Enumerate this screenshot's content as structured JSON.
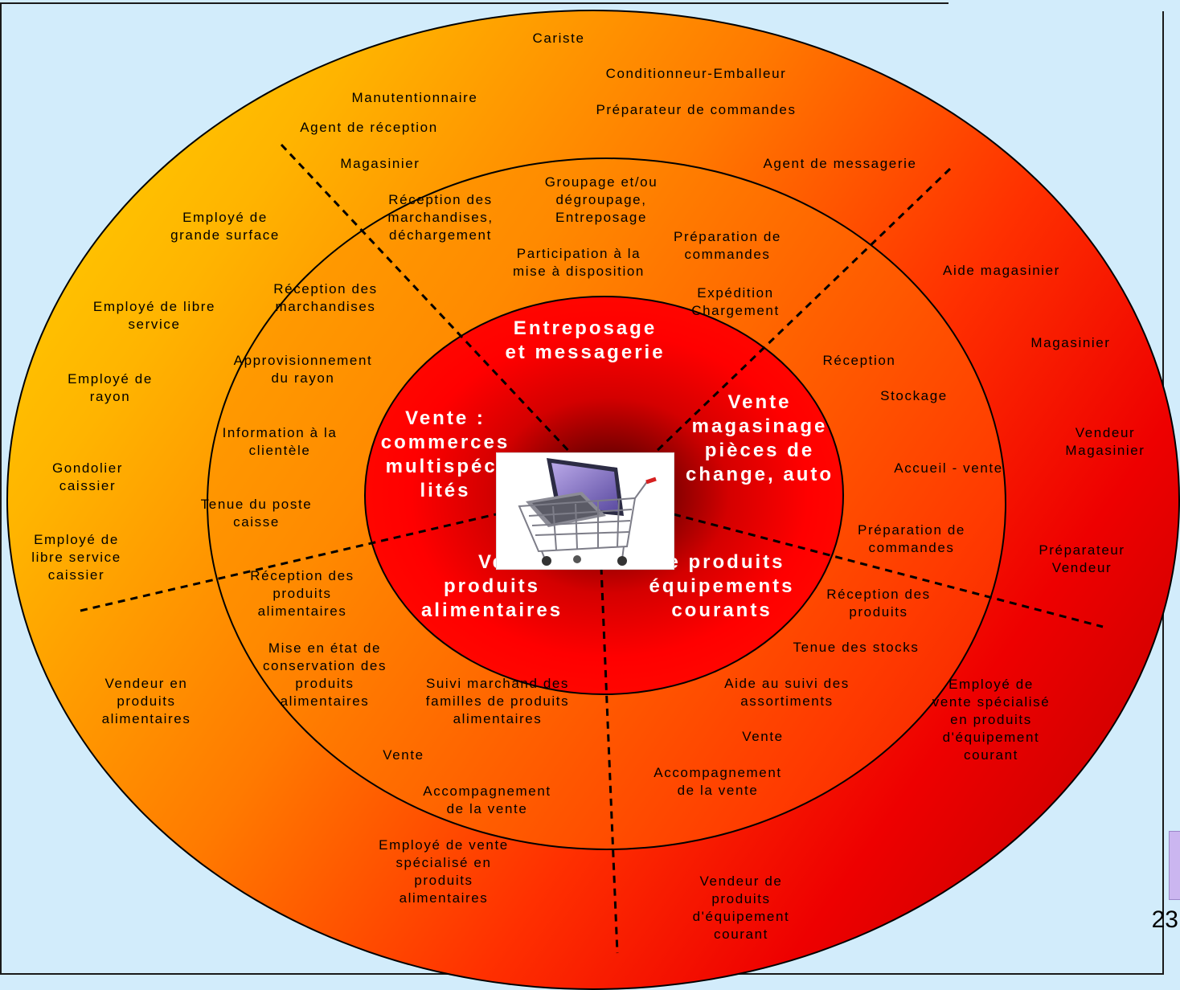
{
  "page_number": "23",
  "sectors": {
    "warehousing": "Entreposage\net messagerie",
    "auto_parts": "Vente\nmagasinage\npièces de\nchange, auto",
    "equipment": "te produits\néquipements\ncourants",
    "food": "Ve\nproduits\nalimentaires",
    "multispecialist": "Vente :\ncommerces\nmultispéci\nlités"
  },
  "labels": {
    "cariste": "Cariste",
    "conditionneur": "Conditionneur-Emballeur",
    "manutentionnaire": "Manutentionnaire",
    "preparateur_commandes": "Préparateur de commandes",
    "agent_reception": "Agent de réception",
    "magasinier_top": "Magasinier",
    "agent_messagerie": "Agent de messagerie",
    "groupage": "Groupage et/ou\ndégroupage,\nEntreposage",
    "reception_marchandises_dech": "Réception des\nmarchandises,\ndéchargement",
    "employe_grande_surface": "Employé de\ngrande surface",
    "preparation_commandes_top": "Préparation de\ncommandes",
    "participation": "Participation à la\nmise à disposition",
    "aide_magasinier": "Aide magasinier",
    "reception_marchandises": "Réception des\nmarchandises",
    "expedition": "Expédition\nChargement",
    "employe_libre_service": "Employé de libre\nservice",
    "magasinier_right": "Magasinier",
    "approvisionnement": "Approvisionnement\ndu rayon",
    "reception": "Réception",
    "employe_rayon": "Employé de\nrayon",
    "stockage": "Stockage",
    "information_clientele": "Information à la\nclientèle",
    "vendeur_magasinier": "Vendeur\nMagasinier",
    "gondolier": "Gondolier\ncaissier",
    "accueil_vente": "Accueil - vente",
    "tenue_poste": "Tenue du poste\ncaisse",
    "preparation_commandes_right": "Préparation de\ncommandes",
    "preparateur_vendeur": "Préparateur\nVendeur",
    "employe_libre_caissier": "Employé de\nlibre service\ncaissier",
    "reception_produits_alim": "Réception des\nproduits\nalimentaires",
    "reception_produits": "Réception des\nproduits",
    "tenue_stocks": "Tenue des stocks",
    "mise_en_etat": "Mise en état de\nconservation des\nproduits\nalimentaires",
    "vendeur_produits_alim": "Vendeur en\nproduits\nalimentaires",
    "suivi_marchand": "Suivi marchand des\nfamilles de produits\nalimentaires",
    "aide_suivi": "Aide au suivi des\nassortiments",
    "employe_vente_equip": "Employé de\nvente spécialisé\nen produits\nd'équipement\ncourant",
    "vente_left": "Vente",
    "vente_right": "Vente",
    "accompagnement_right": "Accompagnement\nde la vente",
    "accompagnement_left": "Accompagnement\nde la vente",
    "employe_vente_alim": "Employé de vente\nspécialisé en\nproduits\nalimentaires",
    "vendeur_equipement": "Vendeur de\nproduits\nd'équipement\ncourant"
  },
  "icons": {
    "center": "shopping-cart-laptop-icon"
  },
  "colors": {
    "background": "#d2ecfb",
    "outer_start": "#ffd800",
    "outer_end": "#b30000",
    "inner": "#ff0000"
  }
}
